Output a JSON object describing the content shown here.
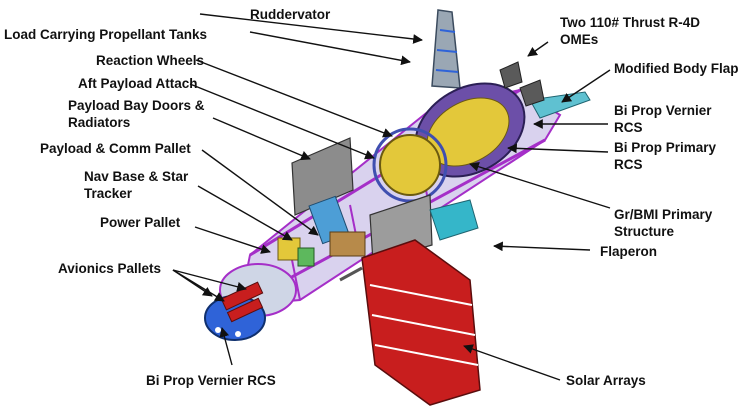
{
  "labels": {
    "ruddervator": "Ruddervator",
    "load_carrying_tanks": "Load Carrying Propellant Tanks",
    "reaction_wheels": "Reaction Wheels",
    "aft_payload_attach": "Aft Payload Attach",
    "payload_bay_doors": "Payload Bay Doors &\nRadiators",
    "payload_comm_pallet": "Payload & Comm Pallet",
    "nav_base_star_tracker": "Nav Base & Star\nTracker",
    "power_pallet": "Power Pallet",
    "avionics_pallets": "Avionics Pallets",
    "bi_prop_vernier_rcs_bottom": "Bi Prop Vernier RCS",
    "two_thrust_omes": "Two 110# Thrust R-4D\nOMEs",
    "modified_body_flap": "Modified Body Flap",
    "bi_prop_vernier_rcs_right": "Bi Prop Vernier\nRCS",
    "bi_prop_primary_rcs": "Bi Prop Primary\nRCS",
    "gr_bmi_primary_structure": "Gr/BMI Primary\nStructure",
    "flaperon": "Flaperon",
    "solar_arrays": "Solar Arrays"
  },
  "colors": {
    "leader": "#111111",
    "frame": "#a52fc8",
    "solar": "#c81e1e",
    "panel": "#8c8c8c",
    "tank": "#e3c83a",
    "nose": "#2f63d8",
    "teal": "#35b6c9"
  }
}
